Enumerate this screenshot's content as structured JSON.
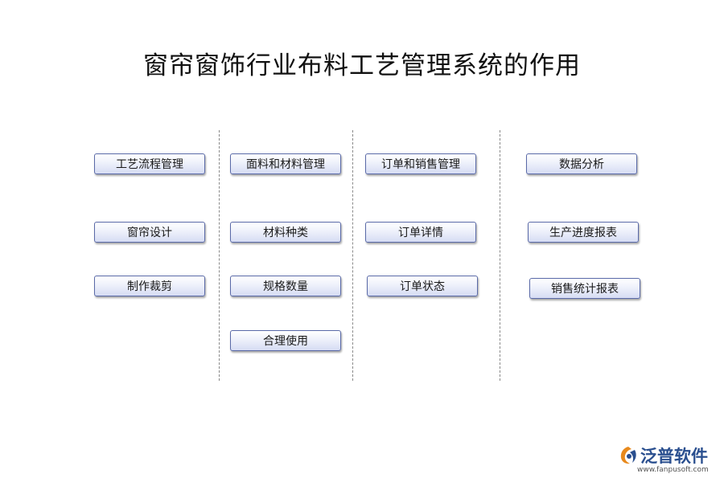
{
  "title": "窗帘窗饰行业布料工艺管理系统的作用",
  "columns": [
    {
      "items": [
        "工艺流程管理",
        "窗帘设计",
        "制作裁剪"
      ]
    },
    {
      "items": [
        "面料和材料管理",
        "材料种类",
        "规格数量",
        "合理使用"
      ]
    },
    {
      "items": [
        "订单和销售管理",
        "订单详情",
        "订单状态"
      ]
    },
    {
      "items": [
        "数据分析",
        "生产进度报表",
        "销售统计报表"
      ]
    }
  ],
  "logo": {
    "name": "泛普软件",
    "url": "www.fanpusoft.com"
  },
  "colors": {
    "box_border": "#5a6aa8",
    "box_fill": "#d6dcf3",
    "divider": "#8a8a8a",
    "logo_blue": "#2a4f8f",
    "logo_orange": "#e8891c"
  }
}
